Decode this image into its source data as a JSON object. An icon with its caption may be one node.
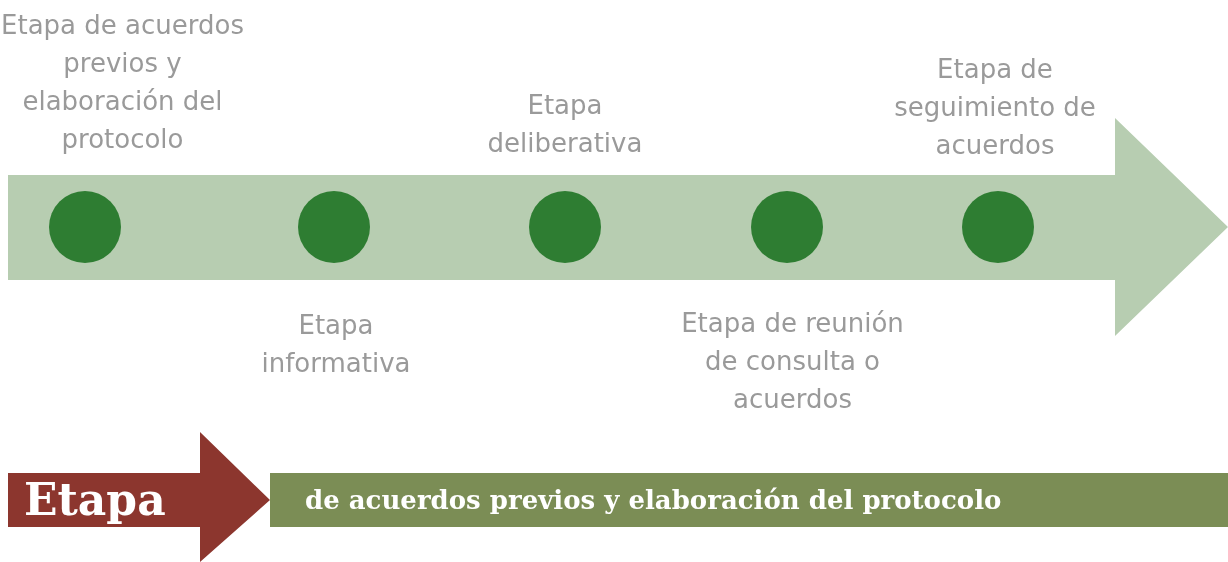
{
  "diagram": {
    "nodes": [
      {
        "text": [],
        "shape": "arrow"
      },
      {
        "text": [],
        "shape": "circle",
        "in": 0,
        "beside": [
          "Etapa de acuerdos previos y elaboración del protocolo"
        ]
      },
      {
        "text": [],
        "shape": "circle",
        "in": 0,
        "beside": [
          "Etapa informativa"
        ]
      },
      {
        "text": [],
        "shape": "circle",
        "in": 0,
        "beside": [
          "Etapa deliberativa"
        ]
      },
      {
        "text": [],
        "shape": "circle",
        "in": 0,
        "beside": [
          "Etapa de reunión de consulta o acuerdos"
        ]
      },
      {
        "text": [],
        "shape": "circle",
        "in": 0,
        "beside": [
          "Etapa de seguimiento de acuerdos"
        ]
      },
      {
        "text": [
          "Etapa"
        ]
      },
      {
        "text": [
          "de acuerdos previos y elaboración del protocolo"
        ]
      }
    ],
    "edges": []
  }
}
